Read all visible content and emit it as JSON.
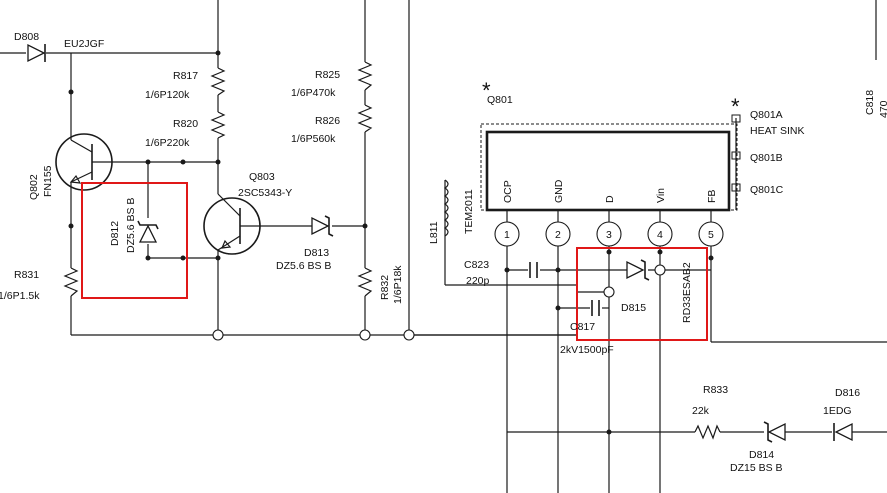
{
  "labels": {
    "d808": "D808",
    "eu2jgf": "EU2JGF",
    "r817": "R817",
    "r817_val": "1/6P120k",
    "r820": "R820",
    "r820_val": "1/6P220k",
    "r825": "R825",
    "r825_val": "1/6P470k",
    "r826": "R826",
    "r826_val": "1/6P560k",
    "q802": "Q802",
    "fn155": "FN155",
    "q803": "Q803",
    "q803_part": "2SC5343-Y",
    "d812": "D812",
    "d812_val": "DZ5.6 BS B",
    "d813": "D813",
    "d813_val": "DZ5.6 BS B",
    "r831": "R831",
    "r831_val": "1/6P1.5k",
    "r832": "R832",
    "r832_val": "1/6P18k",
    "q801": "Q801",
    "l811": "L811",
    "tem2011": "TEM2011",
    "c823": "C823",
    "c823_val": "220p",
    "d815": "D815",
    "c817": "C817",
    "c817_val": "2kV1500pF",
    "rd33": "RD33ESAB2",
    "q801a": "Q801A",
    "heat_sink": "HEAT SINK",
    "q801b": "Q801B",
    "q801c": "Q801C",
    "c818": "C818",
    "c818_val": "470",
    "r833": "R833",
    "r833_val": "22k",
    "d814": "D814",
    "d814_val": "DZ15 BS B",
    "d816": "D816",
    "d816_val": "1EDG",
    "star1": "*",
    "star2": "*"
  },
  "pins": [
    {
      "num": "1",
      "name": "OCP"
    },
    {
      "num": "2",
      "name": "GND"
    },
    {
      "num": "3",
      "name": "D"
    },
    {
      "num": "4",
      "name": "Vin"
    },
    {
      "num": "5",
      "name": "FB"
    }
  ],
  "colors": {
    "wire": "#1a1a1a",
    "highlight": "#e01818",
    "background": "#ffffff"
  }
}
